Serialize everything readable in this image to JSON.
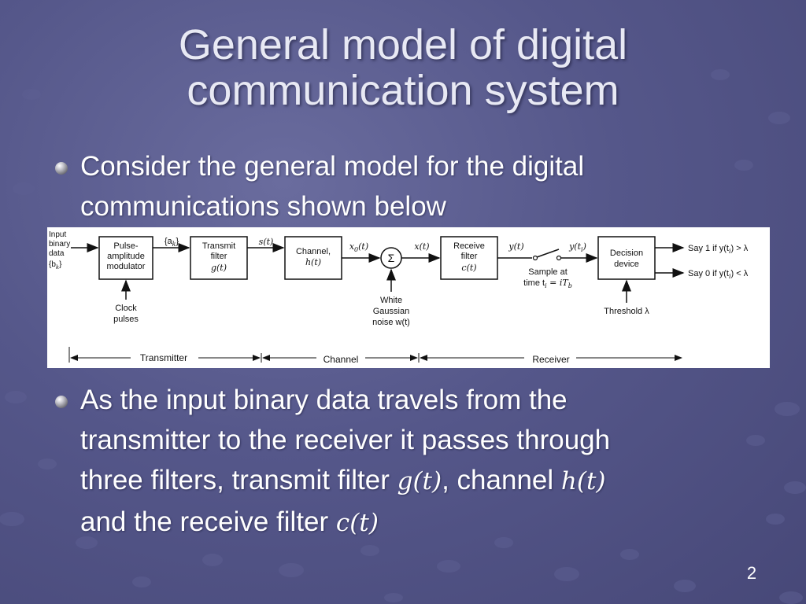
{
  "slide": {
    "title_line1": "General model of digital",
    "title_line2": "communication system",
    "page_number": "2"
  },
  "bullets": [
    {
      "line1": "Consider the general model for the digital",
      "line2": "communications shown below"
    },
    {
      "line1": "As the input binary data travels from the",
      "line2": "transmitter to the receiver it passes through",
      "line3_pre": "three filters, transmit filter ",
      "line3_math1": "g(t)",
      "line3_mid": ", channel ",
      "line3_math2": "h(t)",
      "line4_pre": "and the receive filter ",
      "line4_math": "c(t)"
    }
  ],
  "diagram": {
    "input": [
      "Input",
      "binary",
      "data",
      "{b",
      "k",
      "}"
    ],
    "pam": [
      "Pulse-",
      "amplitude",
      "modulator"
    ],
    "ak": "{a",
    "ak_sub": "k",
    "ak_close": "}",
    "transmit": [
      "Transmit",
      "filter",
      "g(t)"
    ],
    "st": "s(t)",
    "channel": [
      "Channel,",
      "h(t)"
    ],
    "x0t": "x",
    "x0t_sub": "0",
    "x0t_tail": "(t)",
    "sigma": "Σ",
    "xt": "x(t)",
    "receive": [
      "Receive",
      "filter",
      "c(t)"
    ],
    "yt": "y(t)",
    "yti": "y(t",
    "yti_sub": "i",
    "yti_tail": ")",
    "sample": [
      "Sample at",
      "time t",
      "i",
      " = iT",
      "b"
    ],
    "decision": [
      "Decision",
      "device"
    ],
    "out1": "Say 1 if y(t",
    "out1_tail": ") > λ",
    "out0": "Say 0 if y(t",
    "out0_tail": ") < λ",
    "clock": [
      "Clock",
      "pulses"
    ],
    "noise": [
      "White",
      "Gaussian",
      "noise w(t)"
    ],
    "threshold": "Threshold λ",
    "sections": [
      "Transmitter",
      "Channel",
      "Receiver"
    ]
  }
}
